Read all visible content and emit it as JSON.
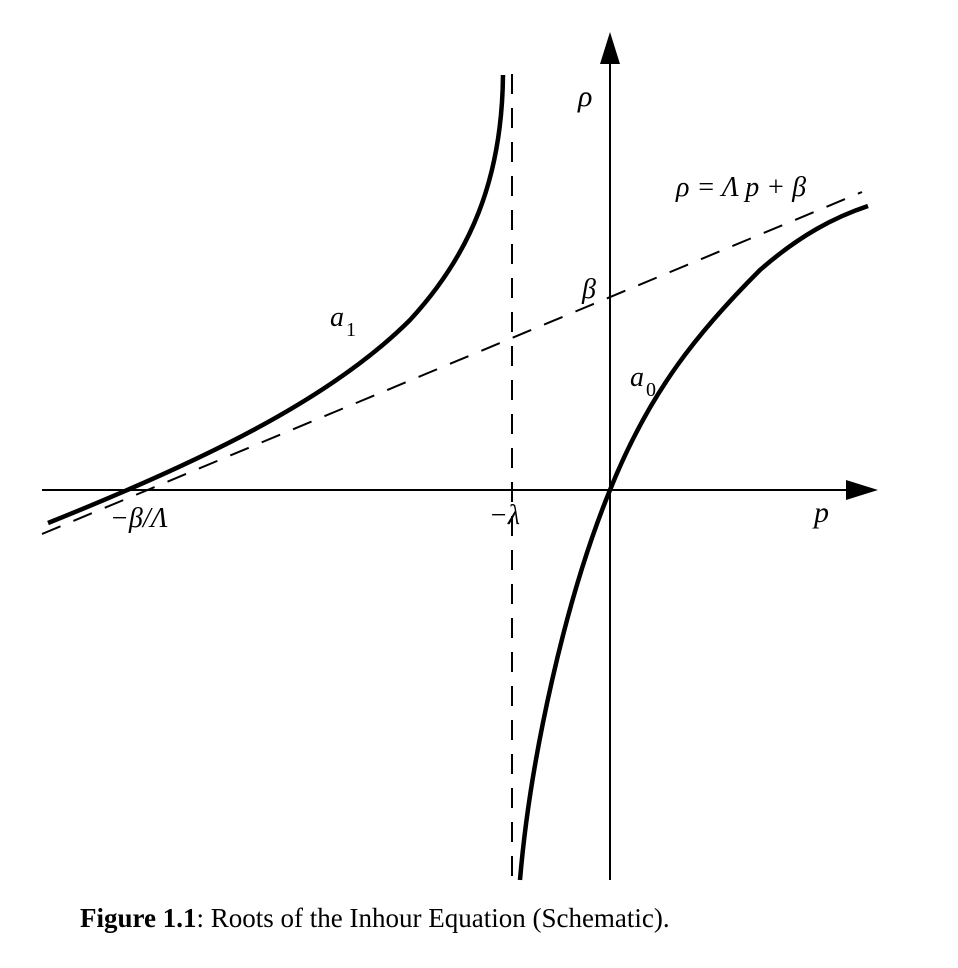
{
  "labels": {
    "rho_axis": "ρ",
    "p_axis": "p",
    "line_eq": "ρ = Λ p + β",
    "beta": "β",
    "a1_base": "a",
    "a1_sub": "1",
    "a0_base": "a",
    "a0_sub": "0",
    "neg_beta_over_lambda": "−β/Λ",
    "neg_lambda": "−λ"
  },
  "caption": {
    "prefix": "Figure 1.1",
    "text": ": Roots of the Inhour Equation (Schematic)."
  }
}
